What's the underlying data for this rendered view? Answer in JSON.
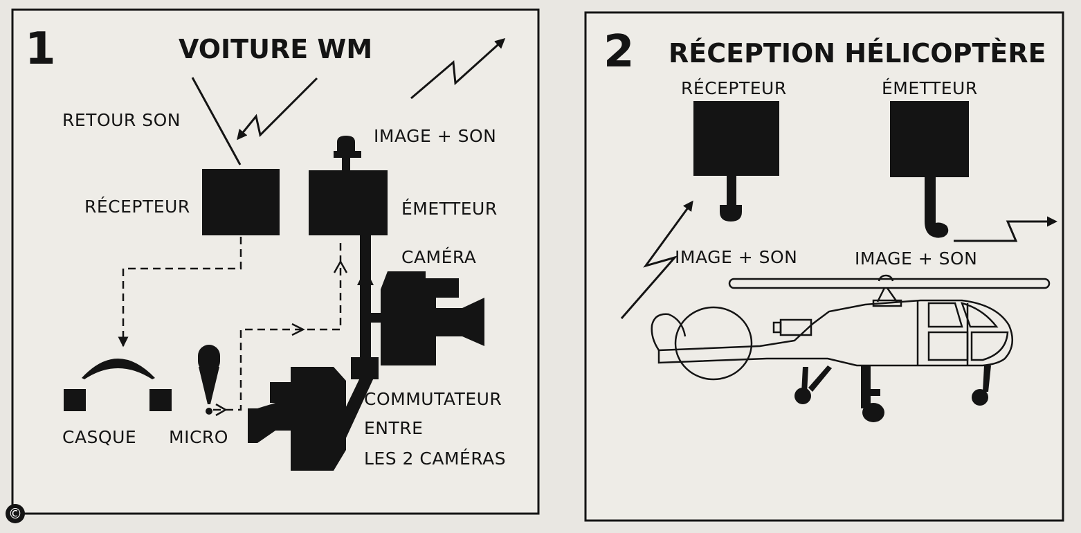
{
  "panel1": {
    "number": "1",
    "title": "VOITURE WM",
    "labels": {
      "retour_son": "RETOUR SON",
      "recepteur": "RÉCEPTEUR",
      "image_son": "IMAGE + SON",
      "emetteur": "ÉMETTEUR",
      "camera": "CAMÉRA",
      "commutateur_1": "COMMUTATEUR",
      "commutateur_2": "ENTRE",
      "commutateur_3": "LES 2 CAMÉRAS",
      "casque": "CASQUE",
      "micro": "MICRO"
    }
  },
  "panel2": {
    "number": "2",
    "title": "RÉCEPTION HÉLICOPTÈRE",
    "labels": {
      "recepteur": "RÉCEPTEUR",
      "emetteur": "ÉMETTEUR",
      "image_son_left": "IMAGE + SON",
      "image_son_right": "IMAGE + SON"
    }
  },
  "copyright": "©",
  "colors": {
    "ink": "#141414",
    "paper": "#e9e7e2"
  }
}
